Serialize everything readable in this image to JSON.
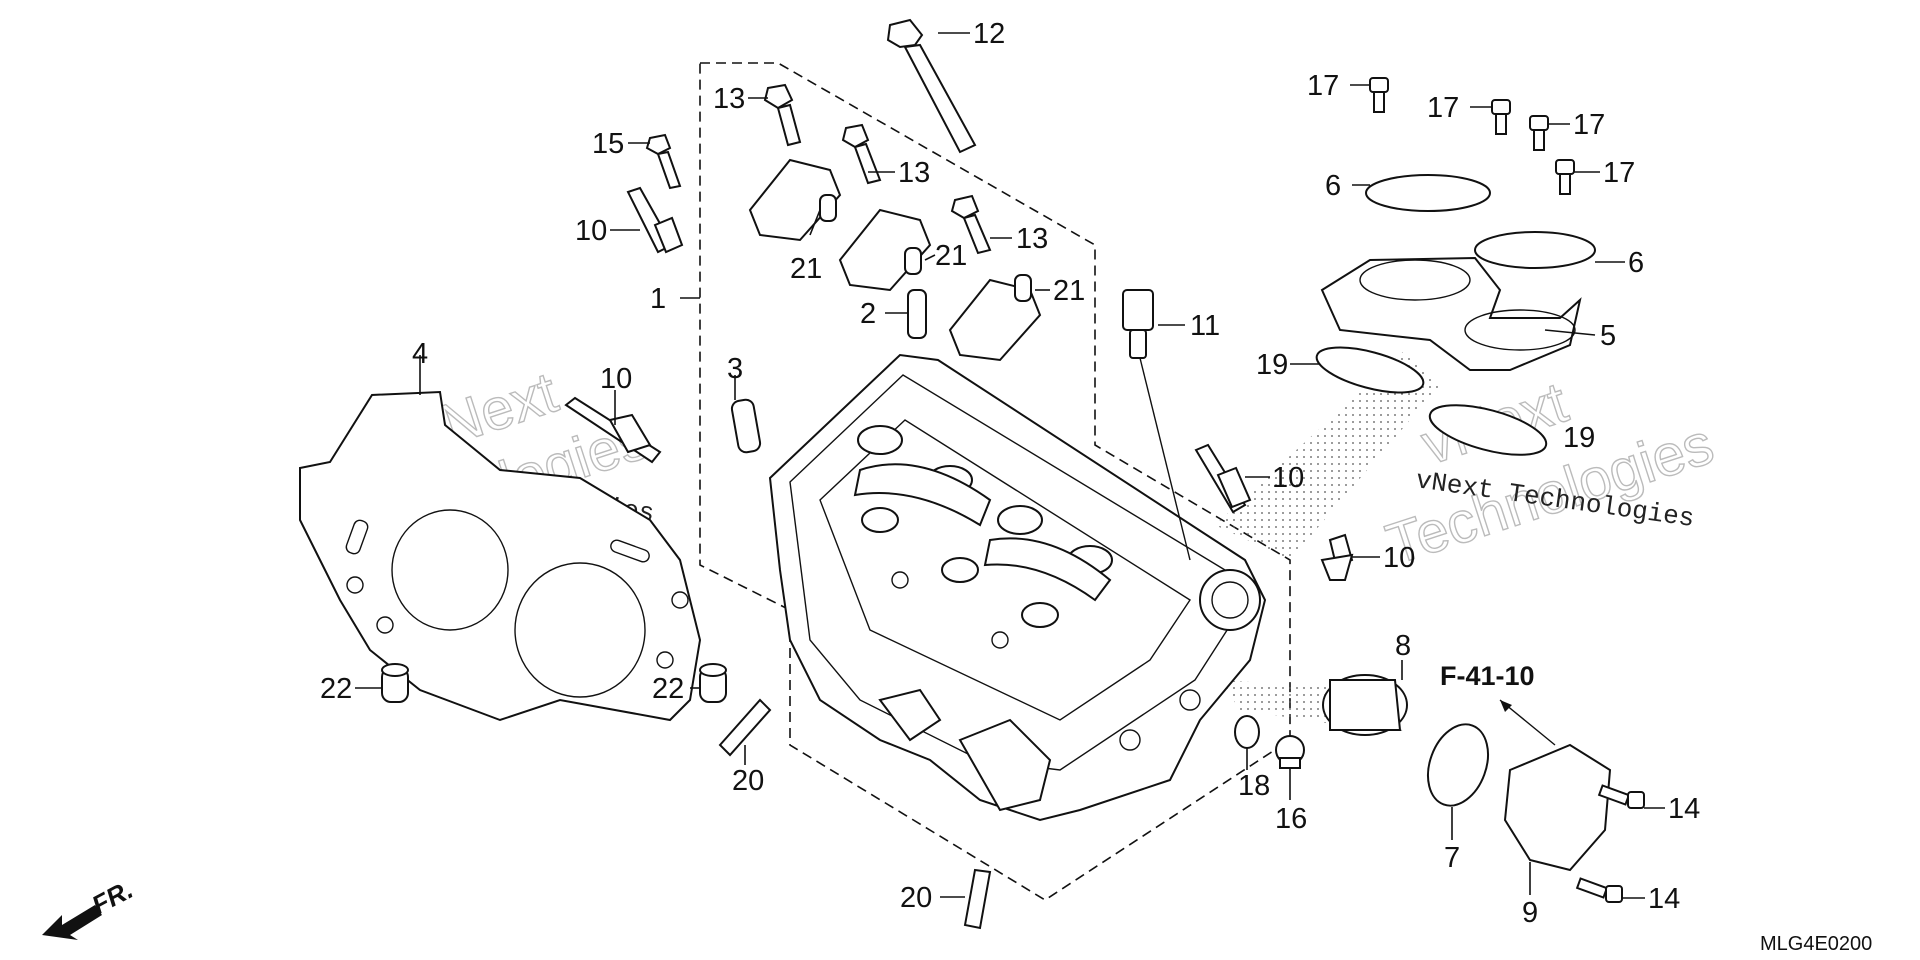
{
  "callouts": {
    "c1": "1",
    "c2": "2",
    "c3": "3",
    "c4": "4",
    "c5": "5",
    "c6a": "6",
    "c6b": "6",
    "c7": "7",
    "c8": "8",
    "c9": "9",
    "c10a": "10",
    "c10b": "10",
    "c10c": "10",
    "c10d": "10",
    "c11": "11",
    "c12": "12",
    "c13a": "13",
    "c13b": "13",
    "c13c": "13",
    "c14a": "14",
    "c14b": "14",
    "c15": "15",
    "c16": "16",
    "c17a": "17",
    "c17b": "17",
    "c17c": "17",
    "c17d": "17",
    "c18": "18",
    "c19a": "19",
    "c19b": "19",
    "c20a": "20",
    "c20b": "20",
    "c21a": "21",
    "c21b": "21",
    "c21c": "21",
    "c22a": "22",
    "c22b": "22"
  },
  "reference_label": "F-41-10",
  "diagram_code": "MLG4E0200",
  "front_indicator": "FR.",
  "watermarks": {
    "left_small": "vNext Technologies",
    "left_large_1": "vNext",
    "left_large_2": "Technologies",
    "right_small": "vNext Technologies",
    "right_large_1": "vNext",
    "right_large_2": "Technologies"
  }
}
